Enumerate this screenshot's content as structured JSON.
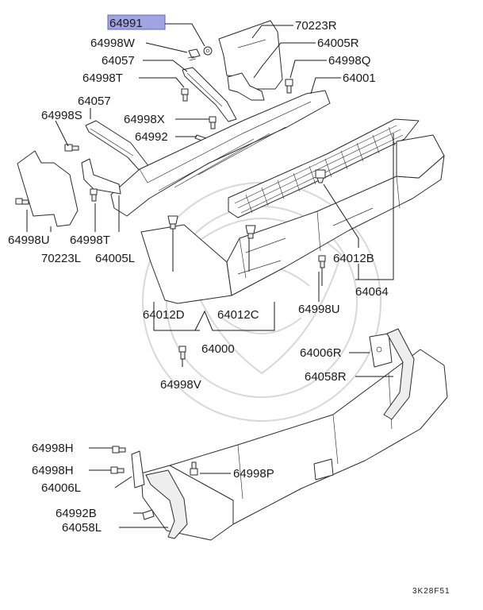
{
  "diagram": {
    "highlighted_part": "64991",
    "highlight_color": "#9fa5e3",
    "code": "3K28F51",
    "callouts": [
      "64991",
      "70223R",
      "64998W",
      "64005R",
      "64057",
      "64998Q",
      "64998T",
      "64001",
      "64057",
      "64998S",
      "64998X",
      "64992",
      "64998U",
      "64998T",
      "70223L",
      "64005L",
      "64012B",
      "64064",
      "64998U",
      "64012D",
      "64012C",
      "64000",
      "64006R",
      "64998V",
      "64058R",
      "64998H",
      "64998P",
      "64998H",
      "64006L",
      "64992B",
      "64058L"
    ]
  }
}
